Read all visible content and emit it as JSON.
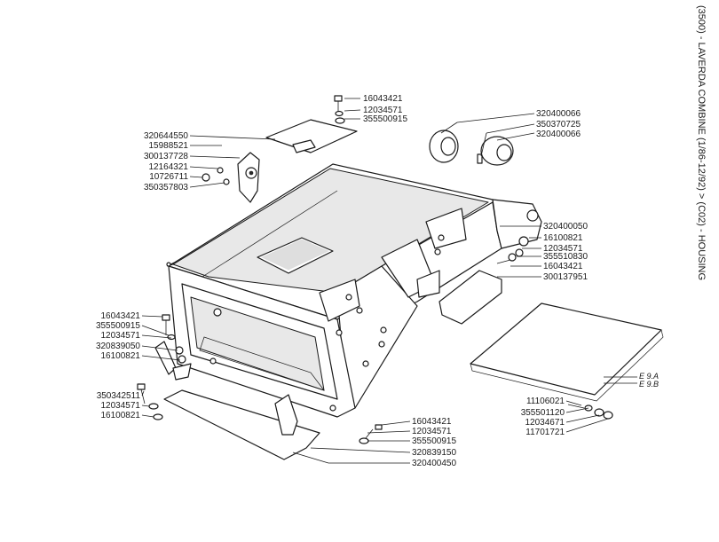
{
  "title": "(3500) - LAVERDA COMBINE (1/86-12/92) > (C02) - HOUSING",
  "labels": {
    "tc1": "16043421",
    "tc2": "12034571",
    "tc3": "355500915",
    "tl1": "320644550",
    "tl2": "15988521",
    "tl3": "300137728",
    "tl4": "12164321",
    "tl5": "10726711",
    "tl6": "350357803",
    "tr1": "320400066",
    "tr2": "350370725",
    "tr3": "320400066",
    "r1": "320400050",
    "r2": "16100821",
    "r3": "12034571",
    "r4": "355510830",
    "r5": "16043421",
    "r6": "300137951",
    "l1": "16043421",
    "l2": "355500915",
    "l3": "12034571",
    "l4": "320839050",
    "l5": "16100821",
    "l6": "350342511",
    "l7": "12034571",
    "l8": "16100821",
    "b1": "16043421",
    "b2": "12034571",
    "b3": "355500915",
    "b4": "320839150",
    "b5": "320400450",
    "br1": "11106021",
    "br2": "355501120",
    "br3": "12034671",
    "br4": "11701721",
    "e9a": "E 9.A",
    "e9b": "E 9.B"
  }
}
